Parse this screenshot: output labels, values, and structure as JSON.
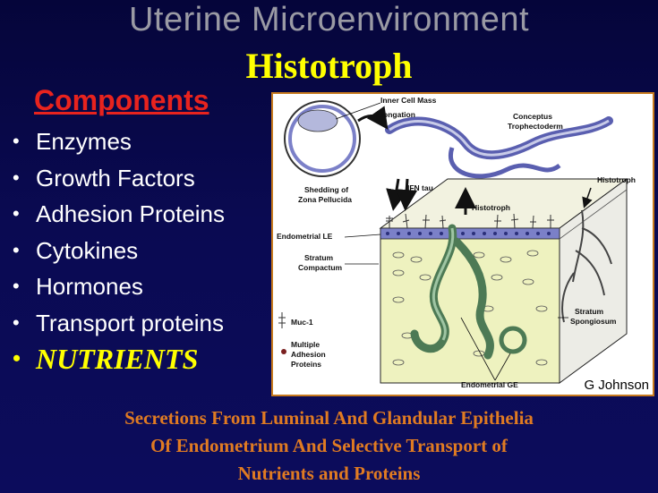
{
  "slide": {
    "title": "Uterine Microenvironment",
    "subtitle": "Histotroph",
    "components_heading": "Components",
    "bullet_glyph": "•",
    "components": [
      "Enzymes",
      "Growth Factors",
      "Adhesion Proteins",
      "Cytokines",
      "Hormones",
      "Transport proteins",
      "NUTRIENTS"
    ],
    "footer_lines": [
      "Secretions From Luminal And Glandular Epithelia",
      "Of Endometrium And Selective Transport of",
      "Nutrients and Proteins"
    ],
    "colors": {
      "title": "#9a9aa4",
      "subtitle": "#ffff00",
      "heading": "#e8231e",
      "footer": "#e07b22",
      "figure_border": "#c87a1e"
    }
  },
  "figure": {
    "labels": {
      "inner_cell_mass": "Inner Cell Mass",
      "elongation": "Elongation",
      "conceptus_1": "Conceptus",
      "conceptus_2": "Trophectoderm",
      "shedding_1": "Shedding of",
      "shedding_2": "Zona Pellucida",
      "ifn_tau": "IFN tau",
      "histotroph_center": "Histotroph",
      "histotroph_right": "Histotroph",
      "endometrial_le": "Endometrial LE",
      "stratum_compactum_1": "Stratum",
      "stratum_compactum_2": "Compactum",
      "stratum_spongiosum_1": "Stratum",
      "stratum_spongiosum_2": "Spongiosum",
      "muc1": "Muc-1",
      "multiple_1": "Multiple",
      "multiple_2": "Adhesion",
      "multiple_3": "Proteins",
      "endometrial_ge": "Endometrial GE"
    },
    "credit": "G Johnson"
  }
}
